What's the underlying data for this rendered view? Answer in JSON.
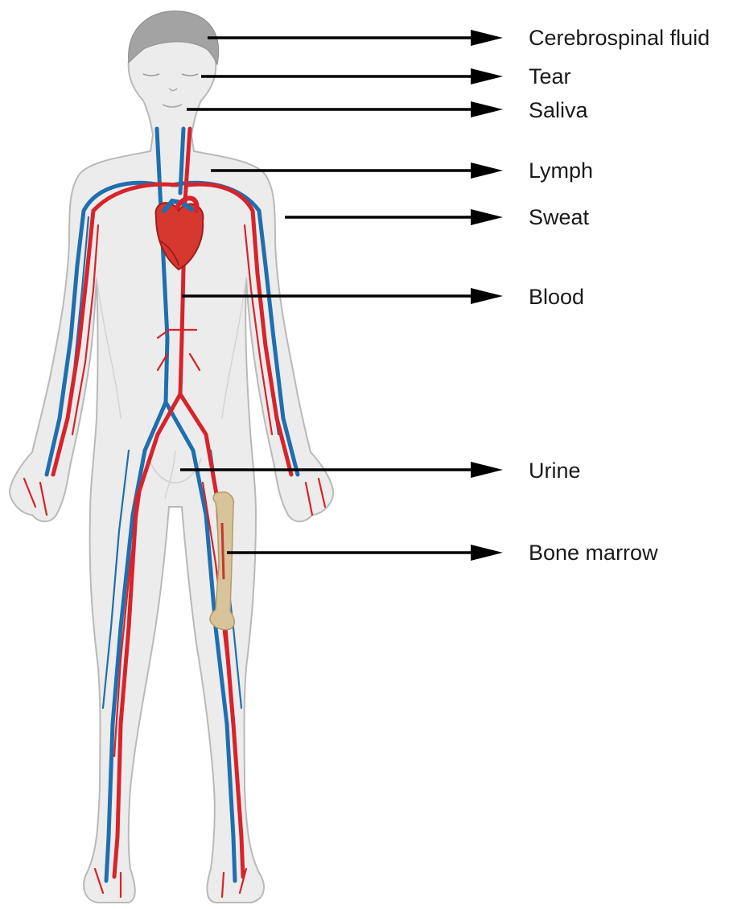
{
  "labels": [
    {
      "id": "cerebrospinal-fluid",
      "text": "Cerebrospinal fluid"
    },
    {
      "id": "tear",
      "text": "Tear"
    },
    {
      "id": "saliva",
      "text": "Saliva"
    },
    {
      "id": "lymph",
      "text": "Lymph"
    },
    {
      "id": "sweat",
      "text": "Sweat"
    },
    {
      "id": "blood",
      "text": "Blood"
    },
    {
      "id": "urine",
      "text": "Urine"
    },
    {
      "id": "bone-marrow",
      "text": "Bone marrow"
    }
  ],
  "colors": {
    "skin_fill": "#ececec",
    "skin_outline": "#b9b9b9",
    "hair": "#a3a3a3",
    "artery": "#d8232a",
    "vein": "#1f6fae",
    "heart": "#d6372f",
    "bone": "#d9c39a",
    "arrow": "#000000"
  }
}
